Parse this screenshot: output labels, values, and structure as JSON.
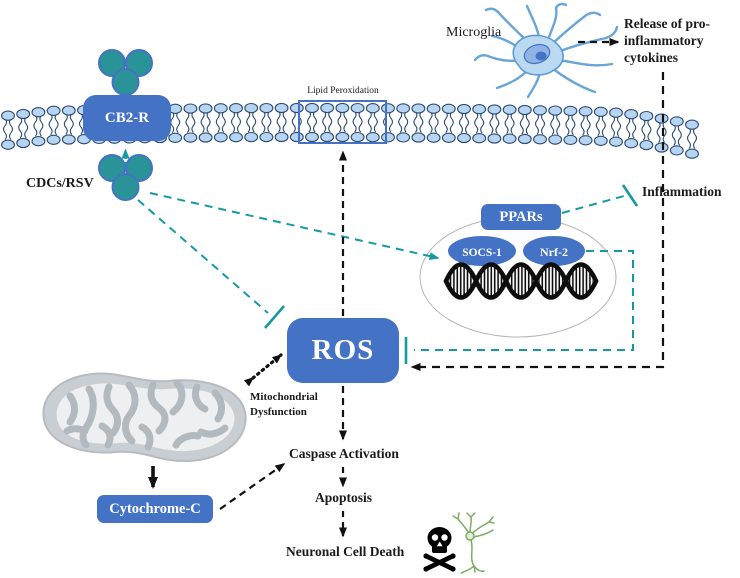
{
  "diagram": {
    "title_hint": "CB2 receptor / ROS neuroinflammation signaling pathway",
    "labels": {
      "microglia": "Microglia",
      "release_cytokines": "Release of pro-inflammatory cytokines",
      "inflammation": "Inflammation",
      "lipid_peroxidation": "Lipid Peroxidation",
      "cb2r": "CB2-R",
      "cdcs_rsv": "CDCs/RSV",
      "ppars": "PPARs",
      "socs1": "SOCS-1",
      "nrf2": "Nrf-2",
      "ros": "ROS",
      "mitochondrial_dysfunction": "Mitochondrial Dysfunction",
      "cytochrome_c": "Cytochrome-C",
      "caspase_activation": "Caspase Activation",
      "apoptosis": "Apoptosis",
      "neuronal_cell_death": "Neuronal Cell Death"
    },
    "icons": {
      "ligand_trefoil": "three teal circles (CDCs/RSV ligand)",
      "membrane": "phospholipid-bilayer",
      "microglia_cell": "branched microglia cell",
      "nucleus": "nucleus ellipse with DNA double helix",
      "mitochondria": "gray mitochondrion with cristae",
      "skull": "skull-and-crossbones",
      "neuron": "green degenerating neuron"
    },
    "colors": {
      "node_blue": "#4472C4",
      "teal_ligand": "#2A9397",
      "teal_line": "#159AA1",
      "membrane_head": "#B7D4F0",
      "membrane_outline": "#2C4A74",
      "line_black": "#111111",
      "mito_gray": "#C9CED2",
      "mito_inner": "#EDEFF1",
      "neuron_green": "#7CAB63",
      "text": "#1A1A1A"
    },
    "relationships": [
      {
        "from": "Microglia",
        "to": "Release of pro-inflammatory cytokines",
        "type": "activates"
      },
      {
        "from": "Pro-inflammatory cytokines",
        "to": "Inflammation",
        "type": "leads-to"
      },
      {
        "from": "Inflammation",
        "to": "ROS",
        "type": "activates"
      },
      {
        "from": "PPARs",
        "to": "Inflammation",
        "type": "inhibits"
      },
      {
        "from": "CDCs/RSV",
        "to": "CB2-R",
        "type": "activates"
      },
      {
        "from": "CDCs/RSV",
        "to": "SOCS-1",
        "type": "activates"
      },
      {
        "from": "CDCs/RSV",
        "to": "ROS",
        "type": "inhibits"
      },
      {
        "from": "Nrf-2",
        "to": "ROS",
        "type": "inhibits"
      },
      {
        "from": "ROS",
        "to": "Lipid Peroxidation",
        "type": "activates"
      },
      {
        "from": "ROS",
        "to": "Mitochondrial Dysfunction",
        "type": "bidirectional"
      },
      {
        "from": "Mitochondria",
        "to": "Cytochrome-C",
        "type": "releases"
      },
      {
        "from": "Cytochrome-C",
        "to": "Caspase Activation",
        "type": "activates"
      },
      {
        "from": "ROS",
        "to": "Caspase Activation",
        "type": "activates"
      },
      {
        "from": "Caspase Activation",
        "to": "Apoptosis",
        "type": "leads-to"
      },
      {
        "from": "Apoptosis",
        "to": "Neuronal Cell Death",
        "type": "leads-to"
      }
    ]
  }
}
